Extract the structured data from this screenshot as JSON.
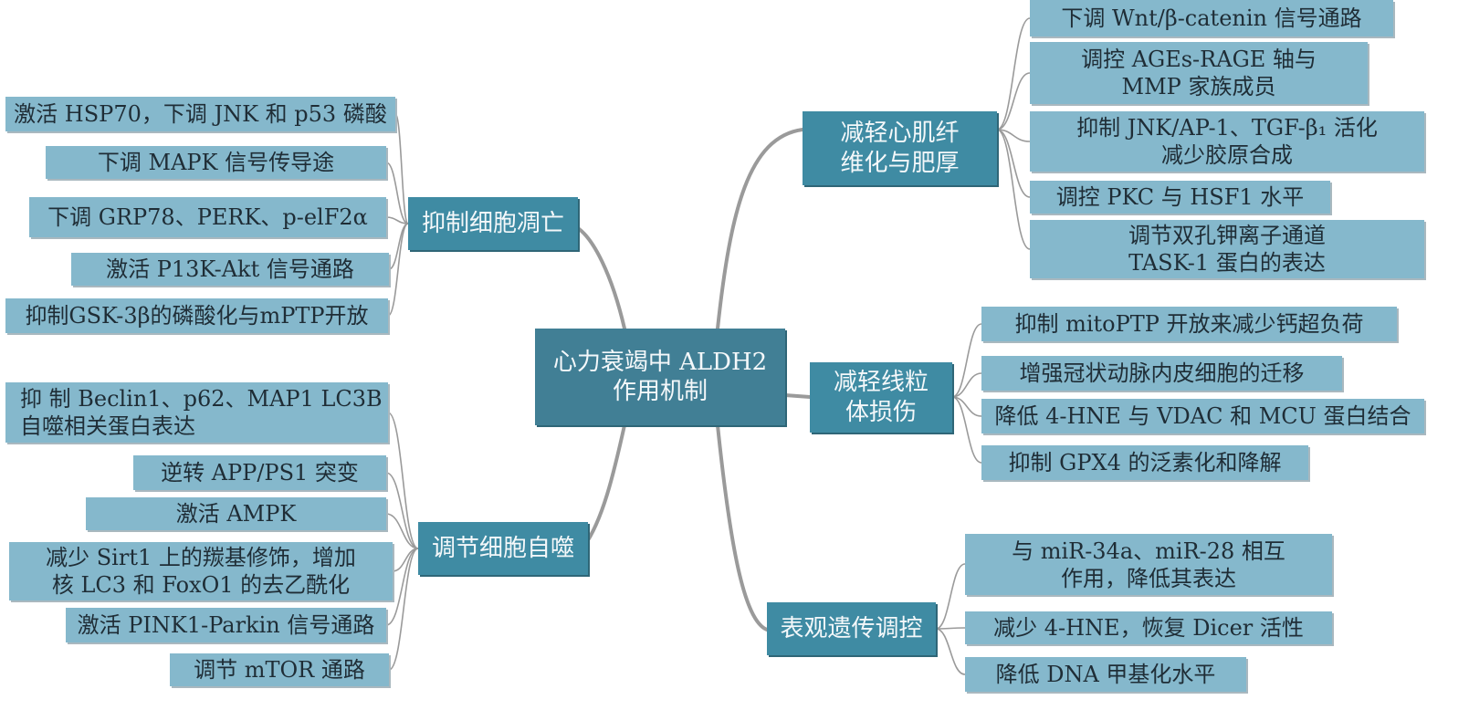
{
  "center": {
    "lines": [
      "心力衰竭中 ALDH2",
      "作用机制"
    ]
  },
  "branches": {
    "apoptosis": {
      "label": "抑制细胞凋亡",
      "leaves": [
        "激活 HSP70，下调 JNK 和 p53 磷酸",
        "下调 MAPK 信号传导途",
        "下调 GRP78、PERK、p-elF2α",
        "激活 P13K-Akt 信号通路",
        "抑制GSK-3β的磷酸化与mPTP开放"
      ]
    },
    "autophagy": {
      "label": "调节细胞自噬",
      "leaves": [
        [
          "抑 制 Beclin1、p62、MAP1  LC3B",
          "自噬相关蛋白表达"
        ],
        [
          "逆转 APP/PS1 突变"
        ],
        [
          "激活 AMPK"
        ],
        [
          "减少 Sirt1 上的羰基修饰，增加",
          "核 LC3 和 FoxO1 的去乙酰化"
        ],
        [
          "激活 PINK1-Parkin 信号通路"
        ],
        [
          "调节 mTOR 通路"
        ]
      ]
    },
    "fibrosis": {
      "label": [
        "减轻心肌纤",
        "维化与肥厚"
      ],
      "leaves": [
        [
          "下调 Wnt/β-catenin 信号通路"
        ],
        [
          "调控 AGEs-RAGE 轴与",
          "MMP 家族成员"
        ],
        [
          "抑制 JNK/AP-1、TGF-β₁ 活化",
          "减少胶原合成"
        ],
        [
          "调控 PKC 与 HSF1 水平"
        ],
        [
          "调节双孔钾离子通道",
          "TASK-1 蛋白的表达"
        ]
      ]
    },
    "mitochondria": {
      "label": [
        "减轻线粒",
        "体损伤"
      ],
      "leaves": [
        "抑制 mitoPTP 开放来减少钙超负荷",
        "增强冠状动脉内皮细胞的迁移",
        "降低 4-HNE 与 VDAC 和 MCU 蛋白结合",
        "抑制 GPX4 的泛素化和降解"
      ]
    },
    "epigenetic": {
      "label": "表观遗传调控",
      "leaves": [
        [
          "与 miR-34a、miR-28 相互",
          "作用，降低其表达"
        ],
        [
          "减少 4-HNE，恢复 Dicer 活性"
        ],
        [
          "降低 DNA 甲基化水平"
        ]
      ]
    }
  },
  "colors": {
    "leaf": "#85b8cc",
    "branch": "#3f8ba3",
    "center": "#417f95",
    "link": "#9a9a9a"
  }
}
